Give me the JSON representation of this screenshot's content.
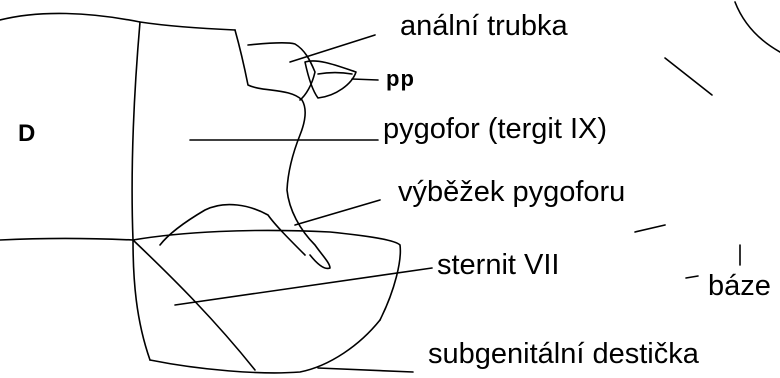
{
  "labels": {
    "analni_trubka": "anální trubka",
    "pp": "pp",
    "panel_letter": "D",
    "pygofor": "pygofor (tergit IX)",
    "vybezek": "výběžek pygoforu",
    "sternit": "sternit VII",
    "baze": "báze",
    "subgenitalni": "subgenitální destička"
  },
  "colors": {
    "ink": "#000000",
    "background": "#ffffff"
  }
}
